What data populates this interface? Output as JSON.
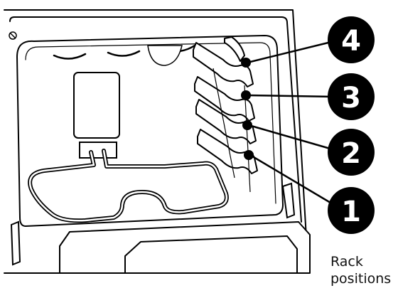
{
  "caption": {
    "line1": "Rack",
    "line2": "positions"
  },
  "markers": [
    {
      "number": "4"
    },
    {
      "number": "3"
    },
    {
      "number": "2"
    },
    {
      "number": "1"
    }
  ],
  "colors": {
    "line": "#000000",
    "marker_fill": "#000000",
    "marker_text": "#ffffff",
    "background": "#ffffff"
  }
}
